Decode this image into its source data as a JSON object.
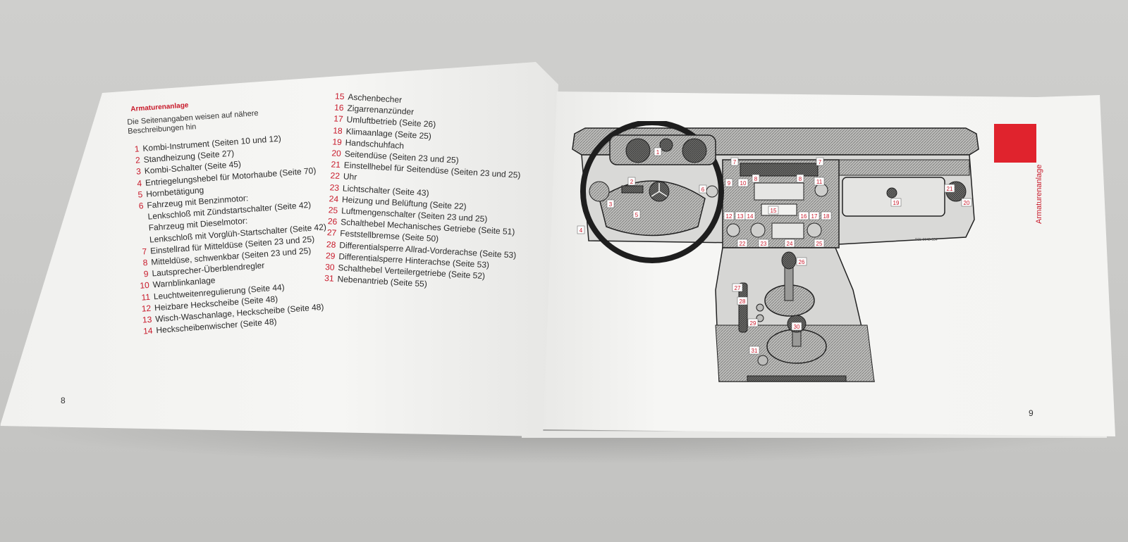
{
  "heading": "Armaturenanlage",
  "intro": "Die Seitenangaben weisen auf nähere Beschreibungen hin",
  "side_label": "Armaturenanlage",
  "page_numbers": {
    "left": "8",
    "right": "9"
  },
  "diagram_code": "P65-0042-934",
  "left_items": [
    {
      "n": "1",
      "text": "Kombi-Instrument (Seiten 10 und 12)"
    },
    {
      "n": "2",
      "text": "Standheizung (Seite 27)"
    },
    {
      "n": "3",
      "text": "Kombi-Schalter (Seite 45)"
    },
    {
      "n": "4",
      "text": "Entriegelungshebel für Motorhaube (Seite 70)"
    },
    {
      "n": "5",
      "text": "Hornbetätigung"
    },
    {
      "n": "6",
      "text": "Fahrzeug mit Benzinmotor:"
    },
    {
      "n": "",
      "text": "Lenkschloß mit Zündstartschalter (Seite 42)"
    },
    {
      "n": "",
      "text": "Fahrzeug mit Dieselmotor:"
    },
    {
      "n": "",
      "text": "Lenkschloß mit Vorglüh-Startschalter (Seite 42)"
    },
    {
      "n": "7",
      "text": "Einstellrad für Mitteldüse (Seiten 23 und 25)"
    },
    {
      "n": "8",
      "text": "Mitteldüse, schwenkbar (Seiten 23 und 25)"
    },
    {
      "n": "9",
      "text": "Lautsprecher-Überblendregler"
    },
    {
      "n": "10",
      "text": "Warnblinkanlage"
    },
    {
      "n": "11",
      "text": "Leuchtweitenregulierung (Seite 44)"
    },
    {
      "n": "12",
      "text": "Heizbare Heckscheibe (Seite 48)"
    },
    {
      "n": "13",
      "text": "Wisch-Waschanlage, Heckscheibe (Seite 48)"
    },
    {
      "n": "14",
      "text": "Heckscheibenwischer (Seite 48)"
    }
  ],
  "right_items": [
    {
      "n": "15",
      "text": "Aschenbecher"
    },
    {
      "n": "16",
      "text": "Zigarrenanzünder"
    },
    {
      "n": "17",
      "text": "Umluftbetrieb (Seite 26)"
    },
    {
      "n": "18",
      "text": "Klimaanlage (Seite 25)"
    },
    {
      "n": "19",
      "text": "Handschuhfach"
    },
    {
      "n": "20",
      "text": "Seitendüse (Seiten 23 und 25)"
    },
    {
      "n": "21",
      "text": "Einstellhebel für Seitendüse (Seiten 23 und 25)"
    },
    {
      "n": "22",
      "text": "Uhr"
    },
    {
      "n": "23",
      "text": "Lichtschalter (Seite 43)"
    },
    {
      "n": "24",
      "text": "Heizung und Belüftung (Seite 22)"
    },
    {
      "n": "25",
      "text": "Luftmengenschalter (Seiten 23 und 25)"
    },
    {
      "n": "26",
      "text": "Schalthebel Mechanisches Getriebe (Seite 51)"
    },
    {
      "n": "27",
      "text": "Feststellbremse (Seite 50)"
    },
    {
      "n": "28",
      "text": "Differentialsperre Allrad-Vorderachse (Seite 53)"
    },
    {
      "n": "29",
      "text": "Differentialsperre Hinterachse (Seite 53)"
    },
    {
      "n": "30",
      "text": "Schalthebel Verteilergetriebe (Seite 52)"
    },
    {
      "n": "31",
      "text": "Nebenantrieb (Seite 55)"
    }
  ],
  "callouts": [
    "1",
    "2",
    "3",
    "4",
    "5",
    "6",
    "7",
    "7",
    "8",
    "8",
    "9",
    "10",
    "11",
    "12",
    "13",
    "14",
    "15",
    "16",
    "17",
    "18",
    "19",
    "20",
    "21",
    "22",
    "23",
    "24",
    "25",
    "26",
    "27",
    "28",
    "29",
    "30",
    "31"
  ],
  "colors": {
    "accent": "#c8192a",
    "tab": "#e0232d",
    "paper": "#f4f4f2",
    "ink": "#2b2b2b"
  }
}
